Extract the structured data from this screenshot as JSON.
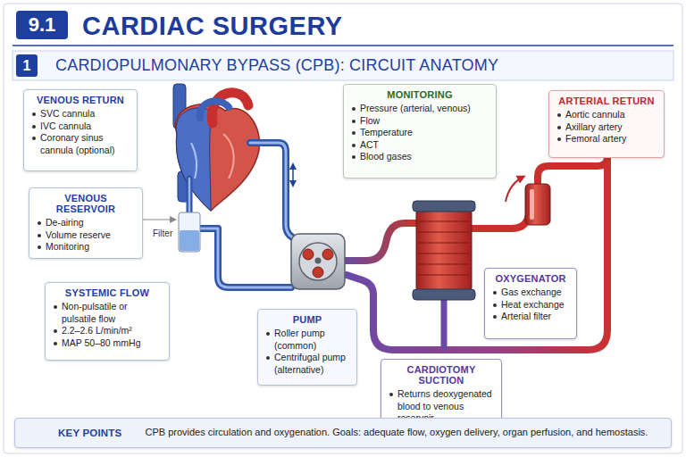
{
  "diagram": {
    "title": "CARDIAC SURGERY",
    "nodes": [
      {
        "text": [
          "VENOUS RETURN",
          "SVC cannula",
          "IVC cannula",
          "Coronary sinus cannula (optional)"
        ]
      },
      {
        "text": [
          "VENOUS RESERVOIR",
          "De-airing",
          "Volume reserve",
          "Monitoring"
        ]
      },
      {
        "text": [
          "SYSTEMIC FLOW",
          "Non-pulsatile or pulsatile flow",
          "2.2–2.6 L/min/m²",
          "MAP 50–80 mmHg"
        ]
      },
      {
        "text": [
          "PUMP",
          "Roller pump (common)",
          "Centrifugal pump (alternative)"
        ]
      },
      {
        "text": [
          "MONITORING",
          "Pressure (arterial, venous)",
          "Flow",
          "Temperature",
          "ACT",
          "Blood gases"
        ]
      },
      {
        "text": [
          "ARTERIAL RETURN",
          "Aortic cannula",
          "Axillary artery",
          "Femoral artery"
        ]
      },
      {
        "text": [
          "OXYGENATOR",
          "Gas exchange",
          "Heat exchange",
          "Arterial filter"
        ]
      },
      {
        "text": [
          "CARDIOTOMY SUCTION",
          "Returns deoxygenated blood to venous reservoir"
        ]
      },
      {
        "text": [
          "KEY POINTS",
          "CPB provides circulation and oxygenation. Goals: adequate flow, oxygen delivery, organ perfusion, and hemostasis."
        ]
      }
    ],
    "labels": [
      "9.1",
      "1",
      "CARDIOPULMONARY BYPASS (CPB): CIRCUIT ANATOMY",
      "Filter"
    ]
  }
}
